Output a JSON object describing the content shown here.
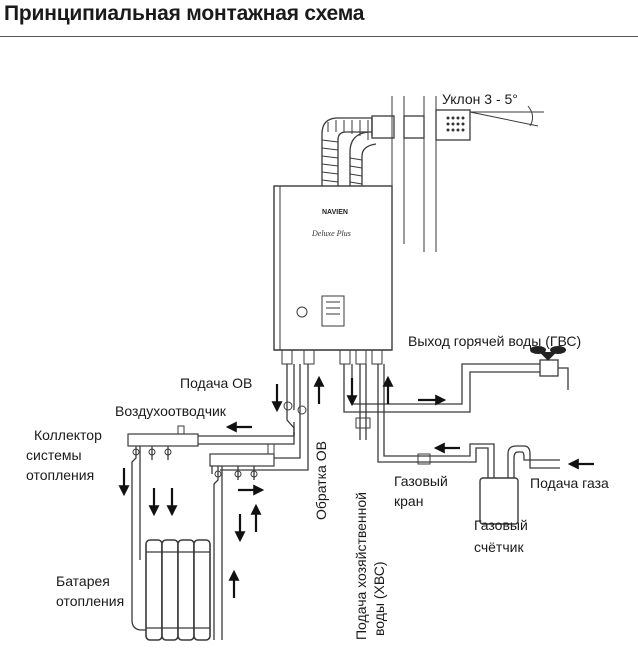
{
  "title": "Принципиальная монтажная схема",
  "boiler": {
    "brand": "NAVIEN",
    "model": "Deluxe Plus"
  },
  "labels": {
    "slope": "Уклон 3 - 5°",
    "hot_water_out": "Выход горячей воды (ГВС)",
    "supply_heating": "Подача ОВ",
    "air_vent": "Воздухоотводчик",
    "collector": [
      "Коллектор",
      "системы",
      "отопления"
    ],
    "return_heating": "Обратка ОВ",
    "cold_water_in": [
      "Подача хозяйственной",
      "воды (ХВС)"
    ],
    "gas_valve": [
      "Газовый",
      "кран"
    ],
    "gas_supply": "Подача газа",
    "gas_meter": [
      "Газовый",
      "счётчик"
    ],
    "radiator": [
      "Батарея",
      "отопления"
    ]
  },
  "colors": {
    "line": "#3a3a3a",
    "text": "#1a1a1a",
    "background": "#ffffff"
  }
}
